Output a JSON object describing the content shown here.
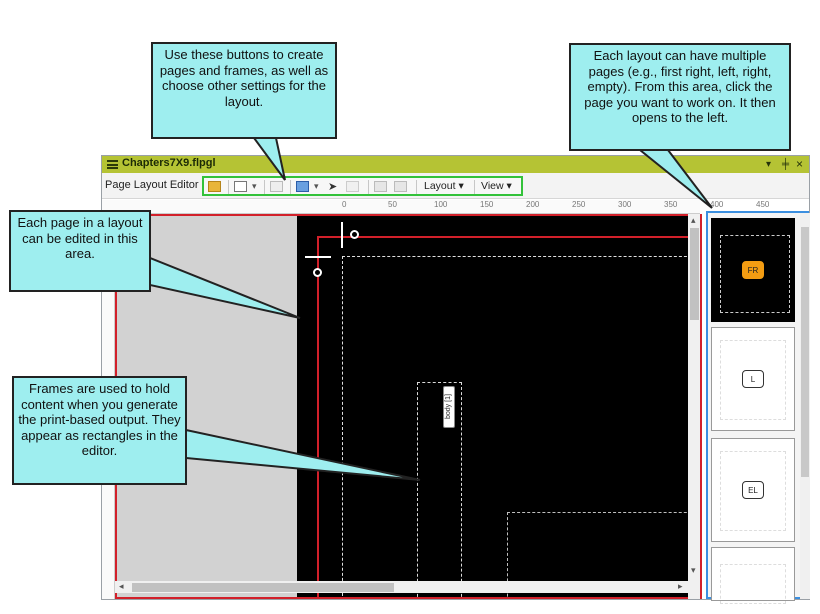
{
  "window": {
    "title": "Chapters7X9.flpgl",
    "controls": {
      "menu": "▾",
      "pin": "╪",
      "close": "×"
    }
  },
  "toolbar": {
    "editor_label": "Page Layout Editor",
    "layout_menu": "Layout ▾",
    "view_menu": "View ▾",
    "group_highlight_color": "#33c23a"
  },
  "ruler": {
    "top_labels": [
      "0",
      "50",
      "100",
      "150",
      "200",
      "250",
      "300",
      "350",
      "400",
      "450"
    ]
  },
  "editor": {
    "frame_label": "body [1]",
    "margin_color": "#d2202a"
  },
  "thumbnails": [
    {
      "badge": "FR",
      "selected": true
    },
    {
      "badge": "L",
      "selected": false
    },
    {
      "badge": "EL",
      "selected": false
    },
    {
      "badge": "",
      "selected": false
    }
  ],
  "callouts": {
    "toolbar": "Use these buttons to create pages and frames, as well as choose other settings for the layout.",
    "pages": "Each layout can have multiple pages (e.g., first right, left, right, empty). From this area, click the page you want to work on. It then opens to the left.",
    "editor": "Each page in a layout can be edited in this area.",
    "frames": "Frames are used to hold content when you generate the print-based output. They appear as rectangles in the editor."
  },
  "colors": {
    "callout_fill": "#9eeeef",
    "title_bar": "#b5c334",
    "panel_border": "#3b8fe0"
  }
}
